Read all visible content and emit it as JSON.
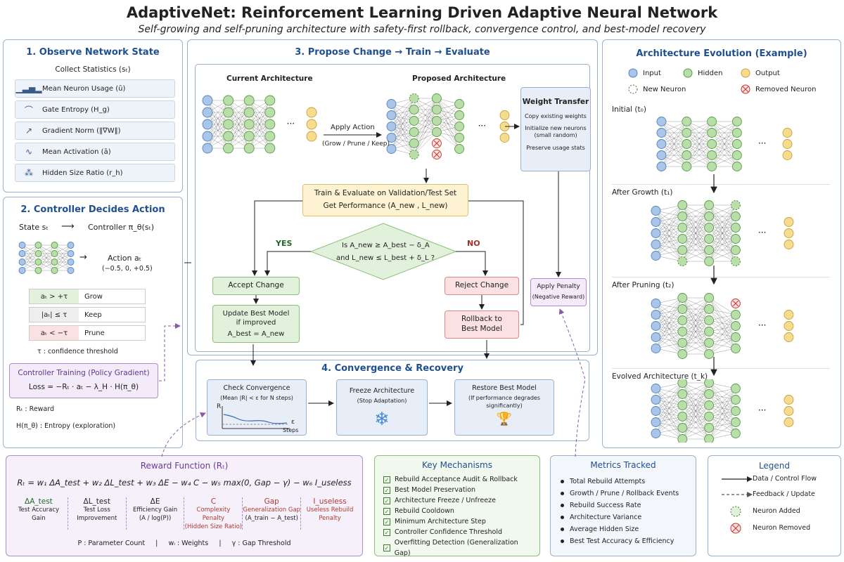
{
  "header": {
    "title": "AdaptiveNet: Reinforcement Learning Driven Adaptive Neural Network",
    "subtitle": "Self-growing and self-pruning architecture with safety-first rollback, convergence control, and best-model recovery"
  },
  "observe": {
    "title": "1. Observe Network State",
    "collect": "Collect Statistics (sₜ)",
    "stats": [
      {
        "label": "Mean Neuron Usage (ū)",
        "icon": "bar-chart-icon"
      },
      {
        "label": "Gate Entropy (H_g)",
        "icon": "bell-curve-icon"
      },
      {
        "label": "Gradient Norm (‖∇W‖)",
        "icon": "gradient-arrow-icon"
      },
      {
        "label": "Mean Activation (ā)",
        "icon": "activation-wave-icon"
      },
      {
        "label": "Hidden Size Ratio (r_h)",
        "icon": "network-icon"
      }
    ]
  },
  "controller": {
    "title": "2. Controller Decides Action",
    "state": "State sₜ",
    "policy": "Controller π_θ(sₜ)",
    "action": "Action aₜ",
    "action_values": "(−0.5, 0, +0.5)",
    "rules": [
      {
        "cond": "aₜ > +τ",
        "label": "Grow",
        "color": "#e2f1dc"
      },
      {
        "cond": "|aₜ| ≤ τ",
        "label": "Keep",
        "color": "#eeeeee"
      },
      {
        "cond": "aₜ < −τ",
        "label": "Prune",
        "color": "#fbe1e1"
      }
    ],
    "tau_note": "τ : confidence threshold",
    "training_title": "Controller Training (Policy Gradient)",
    "loss": "Loss = −Rₜ · aₜ  −  λ_H · H(π_θ)",
    "r_note": "Rₜ :  Reward",
    "h_note": "H(π_θ) :  Entropy (exploration)"
  },
  "propose": {
    "title": "3. Propose Change → Train → Evaluate",
    "current": "Current Architecture",
    "proposed": "Proposed Architecture",
    "apply_action": "Apply Action",
    "apply_sub": "(Grow / Prune / Keep)",
    "transfer_title": "Weight Transfer",
    "transfer_items": [
      "Copy existing weights",
      "Initialize new neurons (small random)",
      "Preserve usage stats"
    ],
    "train_l1": "Train & Evaluate on Validation/Test Set",
    "train_l2": "Get Performance (A_new , L_new)",
    "cond_l1": "Is  A_new ≥ A_best − δ_A",
    "cond_l2": "and  L_new ≤ L_best + δ_L  ?",
    "yes": "YES",
    "no": "NO",
    "accept": "Accept Change",
    "update_l1": "Update Best Model",
    "update_l2": "if improved",
    "update_l3": "A_best = A_new",
    "reject": "Reject Change",
    "rollback": "Rollback to Best Model",
    "penalty": "Apply Penalty",
    "penalty_sub": "(Negative Reward)"
  },
  "convergence": {
    "title": "4. Convergence & Recovery",
    "check_title": "Check Convergence",
    "check_sub": "(Mean |R| < ε for N steps)",
    "axis_r": "R",
    "axis_eps": "ε",
    "axis_steps": "Steps",
    "freeze_title": "Freeze Architecture",
    "freeze_sub": "(Stop Adaptation)",
    "restore_title": "Restore Best Model",
    "restore_sub": "(If performance degrades significantly)"
  },
  "evolution": {
    "title": "Architecture Evolution (Example)",
    "legend": [
      {
        "label": "Input",
        "color": "#a9c6ea"
      },
      {
        "label": "Hidden",
        "color": "#b9dfa8"
      },
      {
        "label": "Output",
        "color": "#f7dc8e"
      }
    ],
    "new_neuron": "New Neuron",
    "removed_neuron": "Removed Neuron",
    "stages": [
      "Initial (t₀)",
      "After Growth (t₁)",
      "After Pruning (t₂)",
      "Evolved Architecture (t_k)"
    ]
  },
  "reward": {
    "title": "Reward Function (Rₜ)",
    "formula": "Rₜ  =  w₁ ΔA_test  +  w₂ ΔL_test  +  w₃ ΔE  −  w₄ C  −  w₅ max(0, Gap − γ)  −  w₆ I_useless",
    "terms": [
      {
        "sym": "ΔA_test",
        "d1": "Test Accuracy",
        "d2": "Gain",
        "color": "#1f6a2a"
      },
      {
        "sym": "ΔL_test",
        "d1": "Test Loss",
        "d2": "Improvement",
        "color": "#222"
      },
      {
        "sym": "ΔE",
        "d1": "Efficiency Gain",
        "d2": "(A / log(P))",
        "color": "#222"
      },
      {
        "sym": "C",
        "d1": "Complexity Penalty",
        "d2": "(Hidden Size Ratio)",
        "color": "#b03a2e"
      },
      {
        "sym": "Gap",
        "d1": "Generalization Gap",
        "d2": "(A_train − A_test)",
        "color": "#b03a2e"
      },
      {
        "sym": "I_useless",
        "d1": "Useless Rebuild",
        "d2": "Penalty",
        "color": "#b03a2e"
      }
    ],
    "notes": "P : Parameter Count     |     wᵢ : Weights     |     γ : Gap Threshold"
  },
  "mechanisms": {
    "title": "Key Mechanisms",
    "items": [
      "Rebuild Acceptance Audit & Rollback",
      "Best Model Preservation",
      "Architecture Freeze / Unfreeze",
      "Rebuild Cooldown",
      "Minimum Architecture Step",
      "Controller Confidence Threshold",
      "Overfitting Detection (Generalization Gap)"
    ]
  },
  "metrics": {
    "title": "Metrics Tracked",
    "items": [
      "Total Rebuild Attempts",
      "Growth / Prune / Rollback Events",
      "Rebuild Success Rate",
      "Architecture Variance",
      "Average Hidden Size",
      "Best Test Accuracy & Efficiency"
    ]
  },
  "legend": {
    "title": "Legend",
    "items": [
      "Data / Control Flow",
      "Feedback / Update",
      "Neuron Added",
      "Neuron Removed"
    ]
  }
}
